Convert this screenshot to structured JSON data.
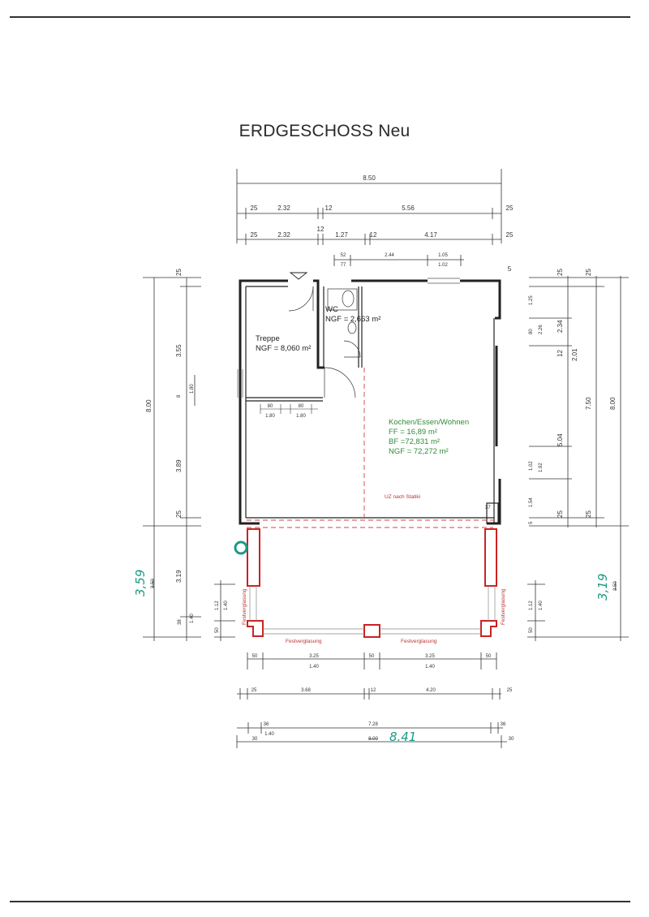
{
  "title": "ERDGESCHOSS Neu",
  "top_dims": {
    "overall": "8.50",
    "row1": [
      "25",
      "2.32",
      "12",
      "5.56",
      "25"
    ],
    "row2": [
      "25",
      "2.32",
      "12",
      "1.27",
      "12",
      "4.17",
      "25"
    ],
    "row3_top": [
      "52",
      "2.44",
      "1.05"
    ],
    "row3_bottom": [
      "77",
      "1.02"
    ],
    "corner": "5"
  },
  "rooms": {
    "wc_label": "WC",
    "wc_ngf": "NGF = 2,663 m²",
    "treppe_label": "Treppe",
    "treppe_ngf": "NGF = 8,060 m²",
    "kochen_label": "Kochen/Essen/Wohnen",
    "kochen_ff": "FF = 16,89 m²",
    "kochen_bf": "BF =72,831 m²",
    "kochen_ngf": "NGF = 72,272 m²",
    "uz_note": "UZ nach Statiki",
    "interior_dims": [
      "80",
      "80",
      "1.80",
      "1.80"
    ],
    "interior_37": "37"
  },
  "glazing": {
    "left": "Festverglasung",
    "right": "Festverglasung",
    "bottom_left": "Festverglasung",
    "bottom_right": "Festverglasung"
  },
  "left_dims": {
    "outer": [
      "25",
      "3.55",
      "8.00",
      "3.89",
      "25",
      "3.19",
      "38",
      "1.40"
    ],
    "inner": [
      "8",
      "1.80"
    ],
    "handwritten": "3,59",
    "struck": "3.50",
    "bottom_pair": [
      "1.12",
      "1.40",
      "50"
    ]
  },
  "right_dims": {
    "vals": [
      "25",
      "25",
      "1.25",
      "2.26",
      "80",
      "2.34",
      "12",
      "2.01",
      "7.50",
      "8.00",
      "5.04",
      "1.02",
      "1.92",
      "1.54",
      "5",
      "25",
      "25",
      "1.12",
      "1.40",
      "50"
    ],
    "handwritten": "3,19",
    "struck": "3.50"
  },
  "bottom_dims": {
    "row1": [
      "50",
      "3.25",
      "50",
      "3.25",
      "50"
    ],
    "row1_sub": [
      "1.40",
      "1.40"
    ],
    "row2": [
      "25",
      "3.68",
      "12",
      "4.20",
      "25"
    ],
    "row3": [
      "36",
      "7.28",
      "36"
    ],
    "row4": [
      "30",
      "1.40",
      "8.00",
      "30"
    ],
    "handwritten": "8.41"
  }
}
